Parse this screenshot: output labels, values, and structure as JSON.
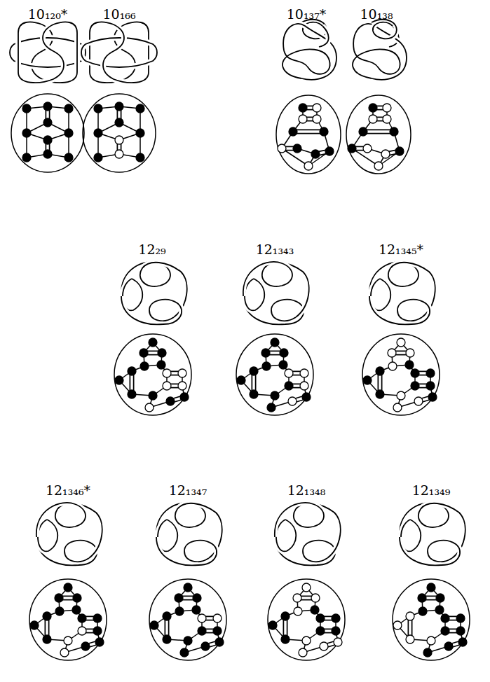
{
  "diagram": {
    "labels": [
      "10₁₂₀*",
      "10₁₆₆",
      "10₁₃₇*",
      "10₁₃₈",
      "12₂₉",
      "12₁₃₄₃",
      "12₁₃₄₅*",
      "12₁₃₄₆*",
      "12₁₃₄₇",
      "12₁₃₄₈",
      "12₁₃₄₉"
    ]
  }
}
